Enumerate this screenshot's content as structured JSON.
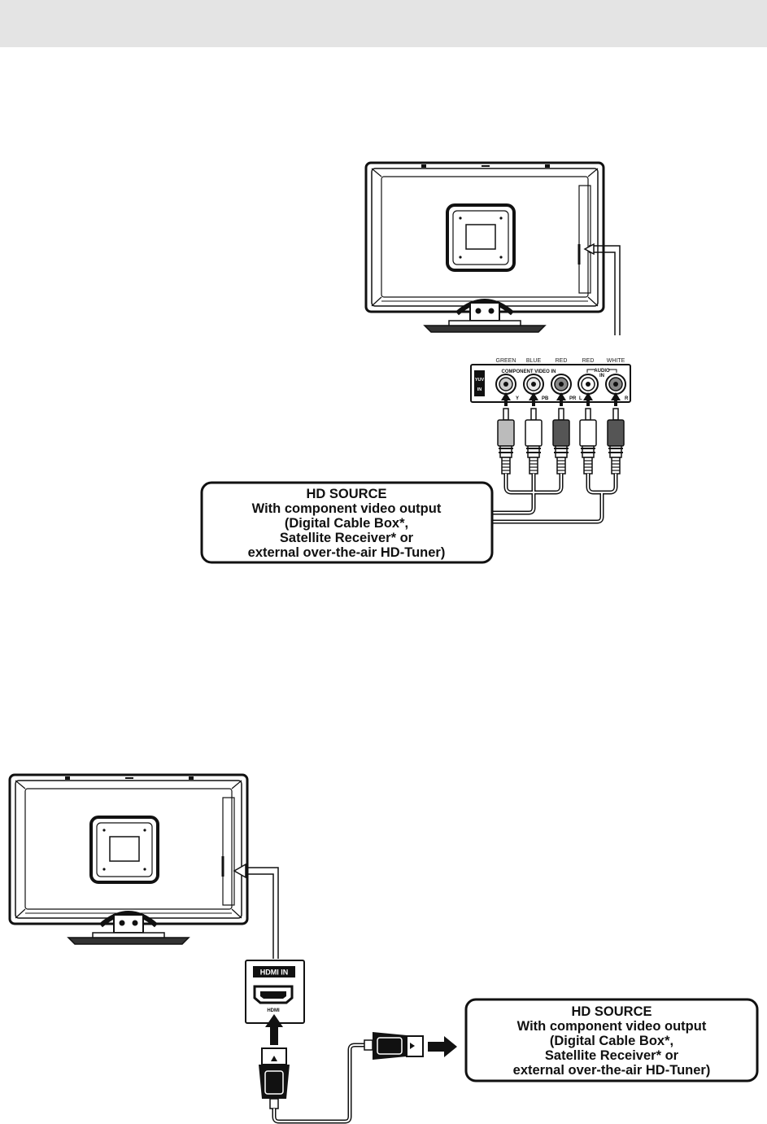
{
  "diagram1": {
    "panel_labels": {
      "green": "GREEN",
      "blue": "BLUE",
      "red": "RED",
      "red2": "RED",
      "white": "WHITE",
      "component": "COMPONENT VIDEO IN",
      "audio_top": "AUDIO",
      "audio_bottom": "IN",
      "yuv_top": "YUV",
      "yuv_bottom": "IN",
      "y": "Y",
      "pb": "PB",
      "pr": "PR",
      "l": "L",
      "r": "R"
    },
    "source_box": {
      "line1": "HD SOURCE",
      "line2": "With component video output",
      "line3": "(Digital Cable Box*,",
      "line4": "Satellite Receiver* or",
      "line5": "external over-the-air HD-Tuner)"
    }
  },
  "diagram2": {
    "hdmi_panel": {
      "title": "HDMI IN",
      "port_label": "HDMI"
    },
    "source_box": {
      "line1": "HD SOURCE",
      "line2": "With component video output",
      "line3": "(Digital Cable Box*,",
      "line4": "Satellite Receiver* or",
      "line5": "external over-the-air HD-Tuner)"
    }
  }
}
